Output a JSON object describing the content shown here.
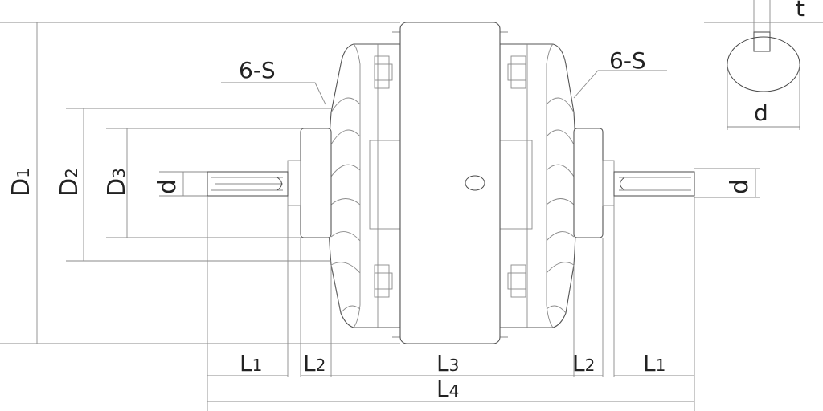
{
  "labels": {
    "s_left": "6-S",
    "s_right": "6-S",
    "t": "t",
    "d_top": "d",
    "d_left": "d",
    "d_right": "d",
    "D1": {
      "base": "D",
      "sub": "1"
    },
    "D2": {
      "base": "D",
      "sub": "2"
    },
    "D3": {
      "base": "D",
      "sub": "3"
    },
    "L1_left": {
      "base": "L",
      "sub": "1"
    },
    "L2_left": {
      "base": "L",
      "sub": "2"
    },
    "L3": {
      "base": "L",
      "sub": "3"
    },
    "L2_right": {
      "base": "L",
      "sub": "2"
    },
    "L1_right": {
      "base": "L",
      "sub": "1"
    },
    "L4": {
      "base": "L",
      "sub": "4"
    }
  }
}
